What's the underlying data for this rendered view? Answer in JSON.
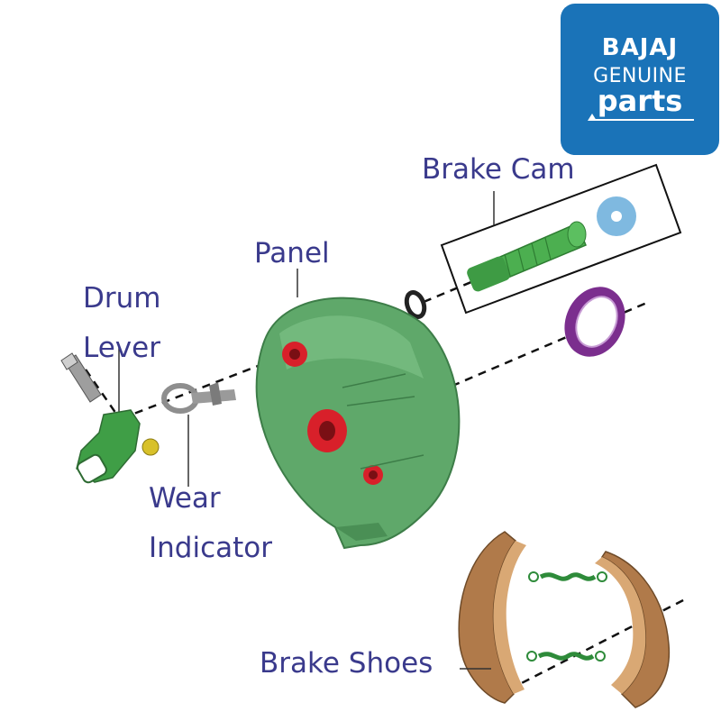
{
  "logo": {
    "brand": "BAJAJ",
    "line2": "GENUINE",
    "line3": "parts",
    "background": "#1a73b8"
  },
  "labels": {
    "brake_cam": "Brake Cam",
    "panel": "Panel",
    "drum": "Drum",
    "lever": "Lever",
    "wear": "Wear",
    "indicator": "Indicator",
    "brake_shoes": "Brake Shoes"
  },
  "colors": {
    "label_text": "#3a3a8c",
    "part_green": "#4caf50",
    "panel_green": "#5fa86a",
    "seal_purple": "#7b2e8e",
    "washer_blue": "#7fb9e0",
    "shoe_brown": "#b07a4a",
    "hub_red": "#d8202a"
  },
  "icons": [
    "brake-cam-icon",
    "washer-icon",
    "oil-seal-icon",
    "brake-panel-icon",
    "drum-lever-icon",
    "wear-indicator-icon",
    "brake-shoes-icon",
    "spring-icon",
    "bolt-icon",
    "nut-icon"
  ]
}
